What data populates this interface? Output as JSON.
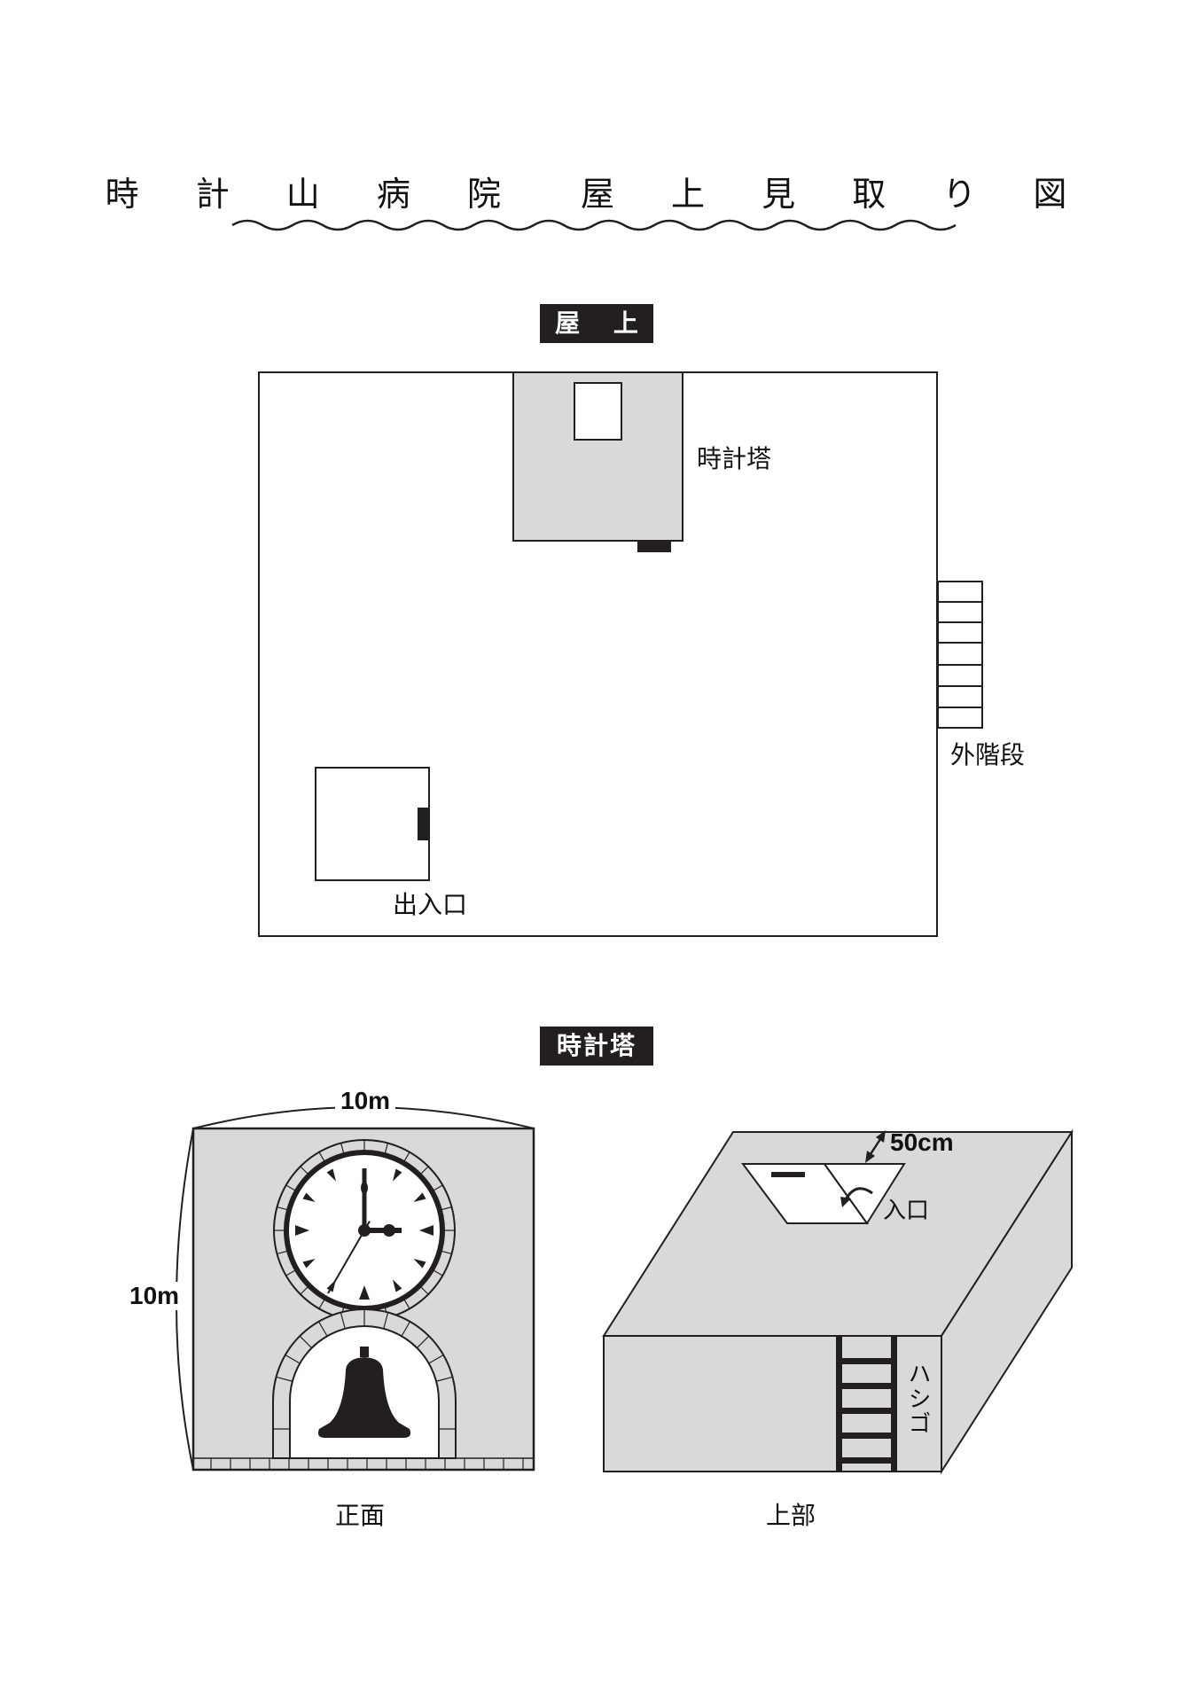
{
  "title": "時 計 山 病 院　屋 上 見 取 り 図",
  "sections": {
    "roof": {
      "badge": "屋 上"
    },
    "tower": {
      "badge": "時計塔"
    }
  },
  "roof_plan": {
    "clock_tower_label": "時計塔",
    "exterior_stairs_label": "外階段",
    "entrance_label": "出入口"
  },
  "tower_front": {
    "width_label": "10m",
    "height_label": "10m",
    "caption": "正面",
    "clock_time": {
      "hour": 3,
      "minute": 0
    }
  },
  "tower_top": {
    "hatch_distance_label": "50cm",
    "hatch_label": "入口",
    "ladder_label": "ハシゴ",
    "caption": "上部"
  },
  "colors": {
    "fill_gray": "#d9d9d9",
    "ink": "#231f20"
  }
}
